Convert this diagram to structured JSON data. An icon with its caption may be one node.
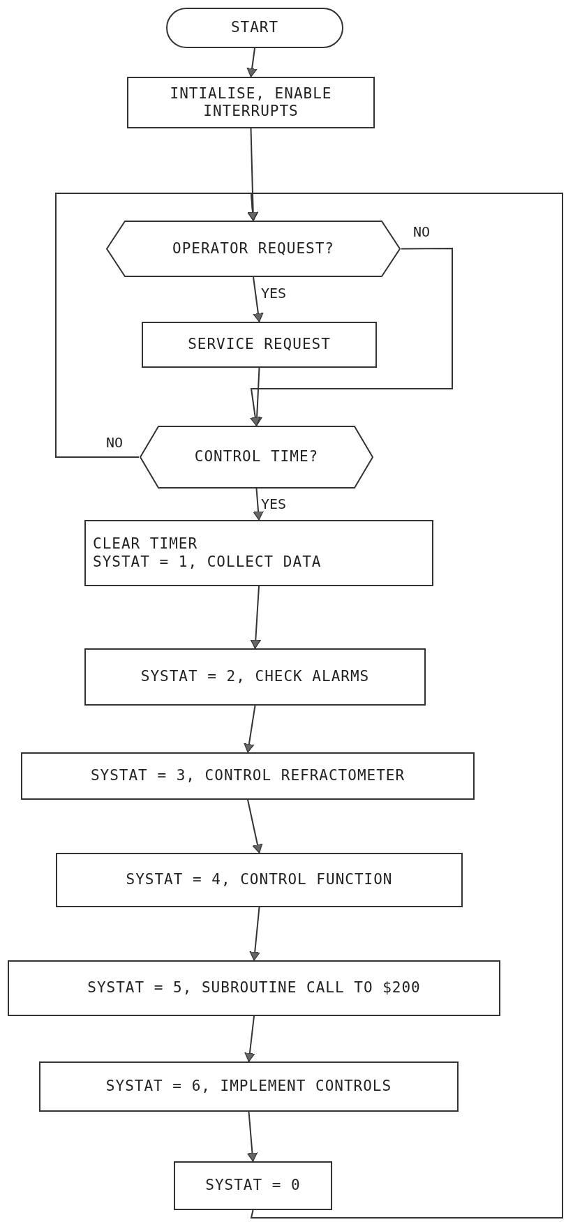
{
  "diagram": {
    "nodes": [
      {
        "text": [
          "START"
        ]
      },
      {
        "text": [
          "INTIALISE, ENABLE INTERRUPTS"
        ]
      },
      {
        "text": [
          "OPERATOR REQUEST?"
        ]
      },
      {
        "text": [
          "SERVICE REQUEST"
        ]
      },
      {
        "text": [
          "CONTROL TIME?"
        ]
      },
      {
        "text": [
          "CLEAR TIMER",
          "SYSTAT = 1, COLLECT DATA"
        ]
      },
      {
        "text": [
          "SYSTAT = 2, CHECK ALARMS"
        ]
      },
      {
        "text": [
          "SYSTAT = 3, CONTROL REFRACTOMETER"
        ]
      },
      {
        "text": [
          "SYSTAT = 4, CONTROL FUNCTION"
        ]
      },
      {
        "text": [
          "SYSTAT = 5, SUBROUTINE CALL TO $200"
        ]
      },
      {
        "text": [
          "SYSTAT = 6, IMPLEMENT CONTROLS"
        ]
      },
      {
        "text": [
          "SYSTAT = 0"
        ]
      }
    ],
    "edges": [
      {
        "from": 0,
        "to": 1,
        "arrow": "to"
      },
      {
        "from": 1,
        "to": 2,
        "arrow": "to"
      },
      {
        "from": 2,
        "to": 3,
        "arrow": "to",
        "label": "YES"
      },
      {
        "from": 3,
        "to": 4,
        "arrow": "to"
      },
      {
        "from": 2,
        "to": 4,
        "arrow": "to",
        "label": "NO"
      },
      {
        "from": 4,
        "to": 2,
        "arrow": "to",
        "label": "NO"
      },
      {
        "from": 4,
        "to": 5,
        "arrow": "to",
        "label": "YES"
      },
      {
        "from": 5,
        "to": 6,
        "arrow": "to"
      },
      {
        "from": 6,
        "to": 7,
        "arrow": "to"
      },
      {
        "from": 7,
        "to": 8,
        "arrow": "to"
      },
      {
        "from": 8,
        "to": 9,
        "arrow": "to"
      },
      {
        "from": 9,
        "to": 10,
        "arrow": "to"
      },
      {
        "from": 10,
        "to": 11,
        "arrow": "to"
      },
      {
        "from": 11,
        "to": 2,
        "arrow": "to"
      }
    ]
  }
}
